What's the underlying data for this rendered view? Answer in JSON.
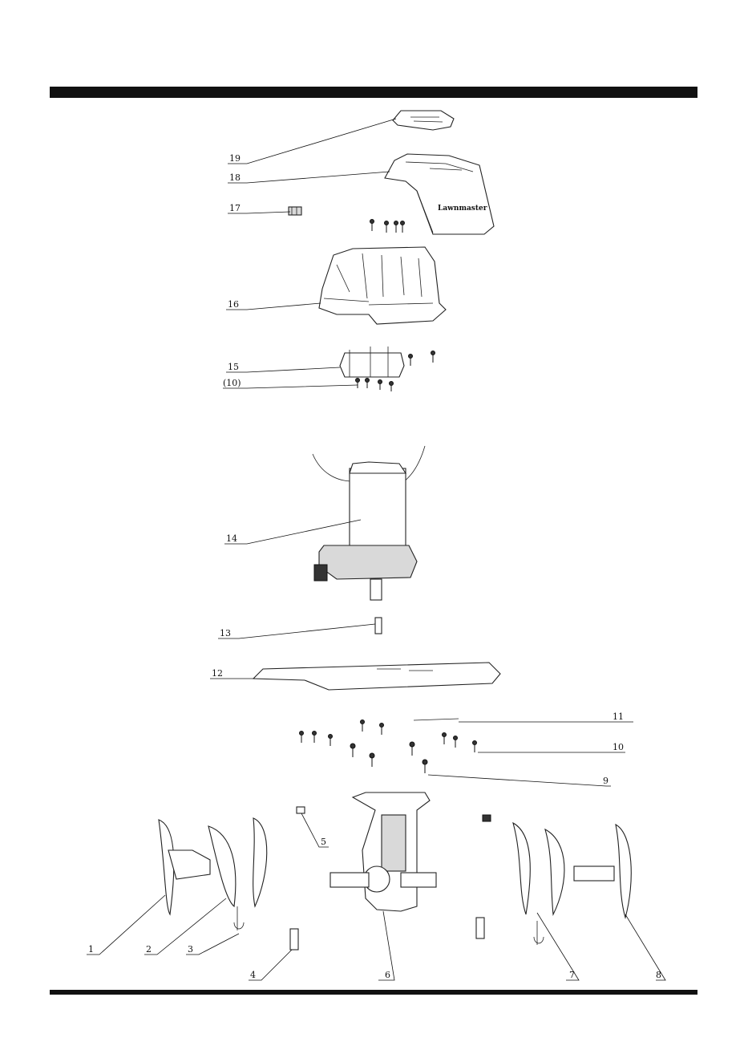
{
  "brand_text": "Lawnmaster",
  "callouts": [
    {
      "id": "19",
      "text": "19"
    },
    {
      "id": "18",
      "text": "18"
    },
    {
      "id": "17",
      "text": "17"
    },
    {
      "id": "16",
      "text": "16"
    },
    {
      "id": "15",
      "text": "15"
    },
    {
      "id": "10a",
      "text": "(10)"
    },
    {
      "id": "14",
      "text": "14"
    },
    {
      "id": "13",
      "text": "13"
    },
    {
      "id": "12",
      "text": "12"
    },
    {
      "id": "11",
      "text": "11"
    },
    {
      "id": "10",
      "text": "10"
    },
    {
      "id": "9",
      "text": "9"
    },
    {
      "id": "5",
      "text": "5"
    },
    {
      "id": "1",
      "text": "1"
    },
    {
      "id": "2",
      "text": "2"
    },
    {
      "id": "3",
      "text": "3"
    },
    {
      "id": "4",
      "text": "4"
    },
    {
      "id": "6",
      "text": "6"
    },
    {
      "id": "7",
      "text": "7"
    },
    {
      "id": "8",
      "text": "8"
    }
  ]
}
